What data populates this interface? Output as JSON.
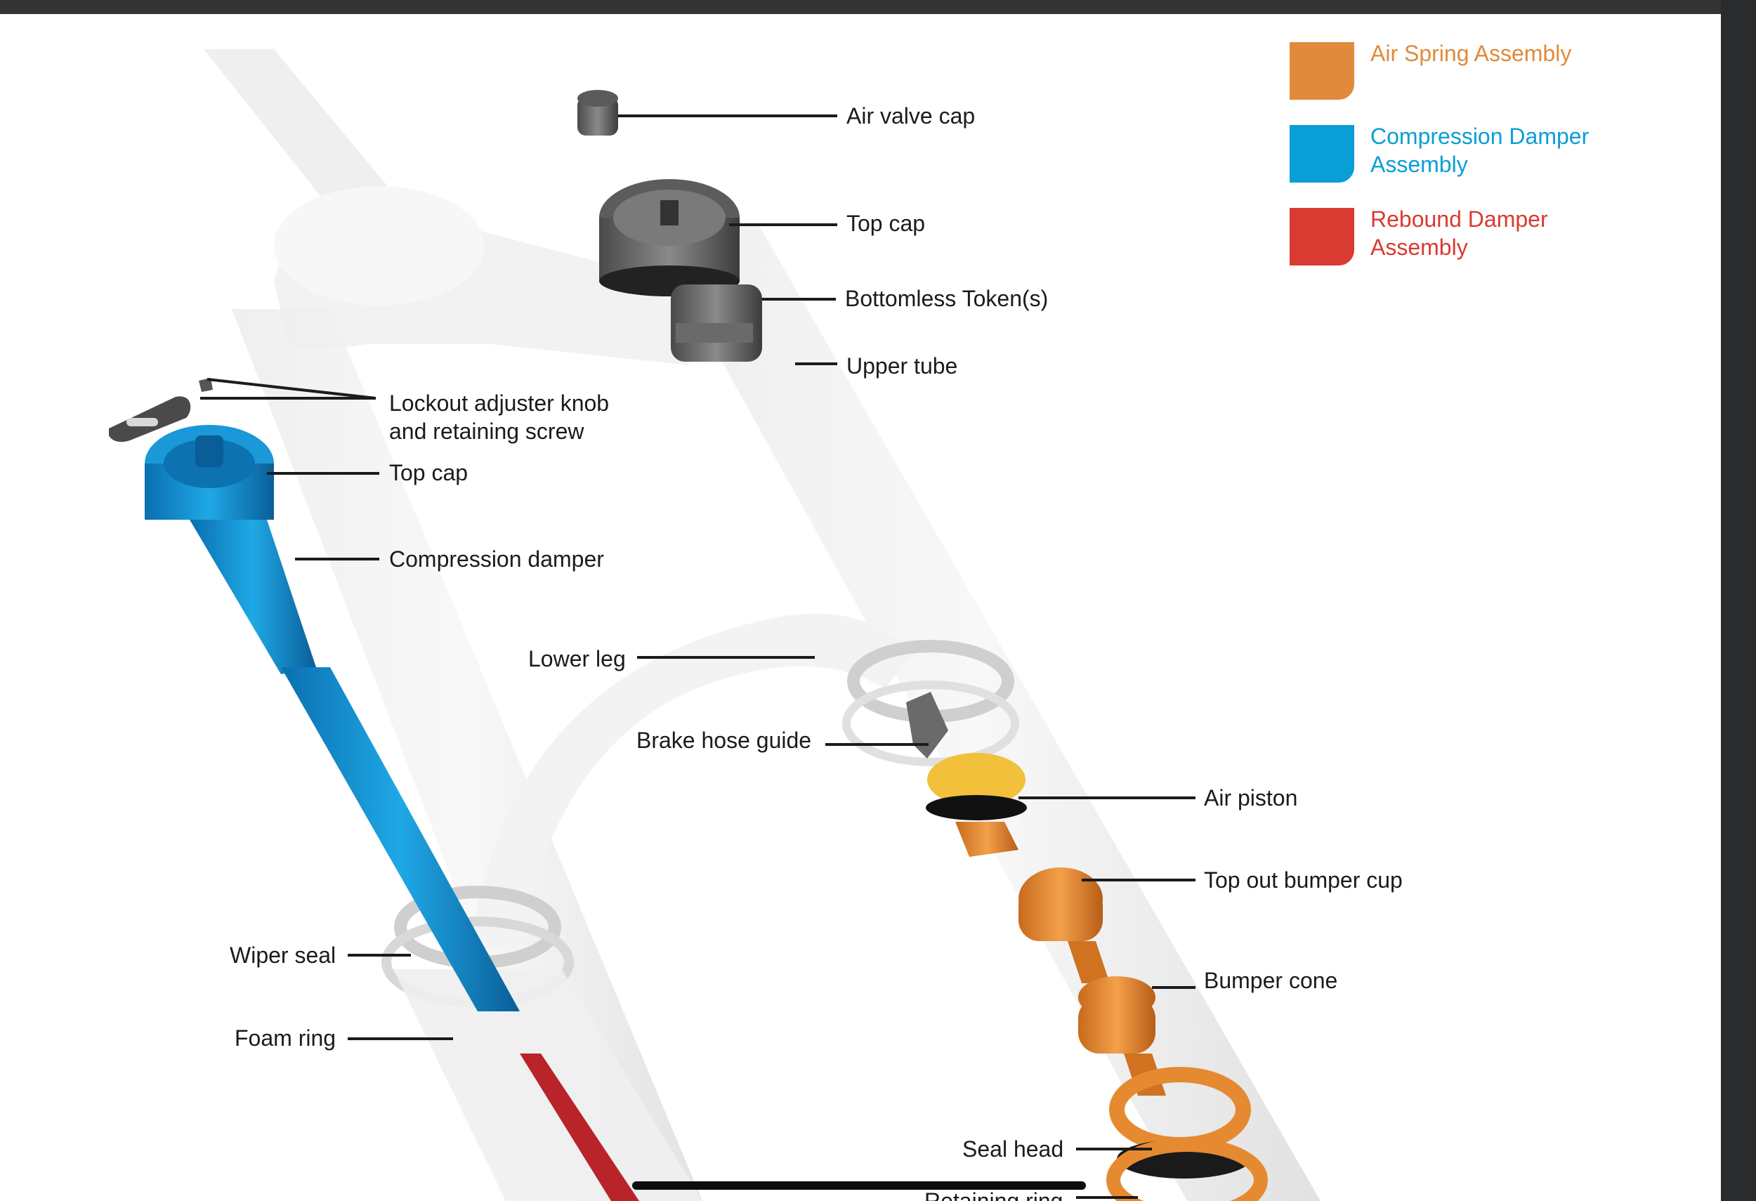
{
  "legend": {
    "air_spring": {
      "label": "Air Spring Assembly",
      "color": "#e08a3c"
    },
    "compression": {
      "label_line1": "Compression Damper",
      "label_line2": "Assembly",
      "color": "#0a9ed6"
    },
    "rebound": {
      "label_line1": "Rebound Damper",
      "label_line2": "Assembly",
      "color": "#d93a31"
    }
  },
  "labels": {
    "air_valve_cap": "Air valve cap",
    "top_cap_right": "Top cap",
    "bottomless_tokens": "Bottomless Token(s)",
    "upper_tube": "Upper tube",
    "lockout_line1": "Lockout adjuster knob",
    "lockout_line2": "and retaining screw",
    "top_cap_left": "Top cap",
    "compression_damper": "Compression damper",
    "lower_leg": "Lower leg",
    "brake_hose_guide": "Brake hose guide",
    "air_piston": "Air piston",
    "top_out_bumper_cup": "Top out bumper cup",
    "bumper_cone": "Bumper cone",
    "wiper_seal": "Wiper seal",
    "foam_ring": "Foam ring",
    "seal_head": "Seal head",
    "retaining_ring": "Retaining ring"
  },
  "icons": {
    "home_indicator": "home-indicator-bar"
  }
}
